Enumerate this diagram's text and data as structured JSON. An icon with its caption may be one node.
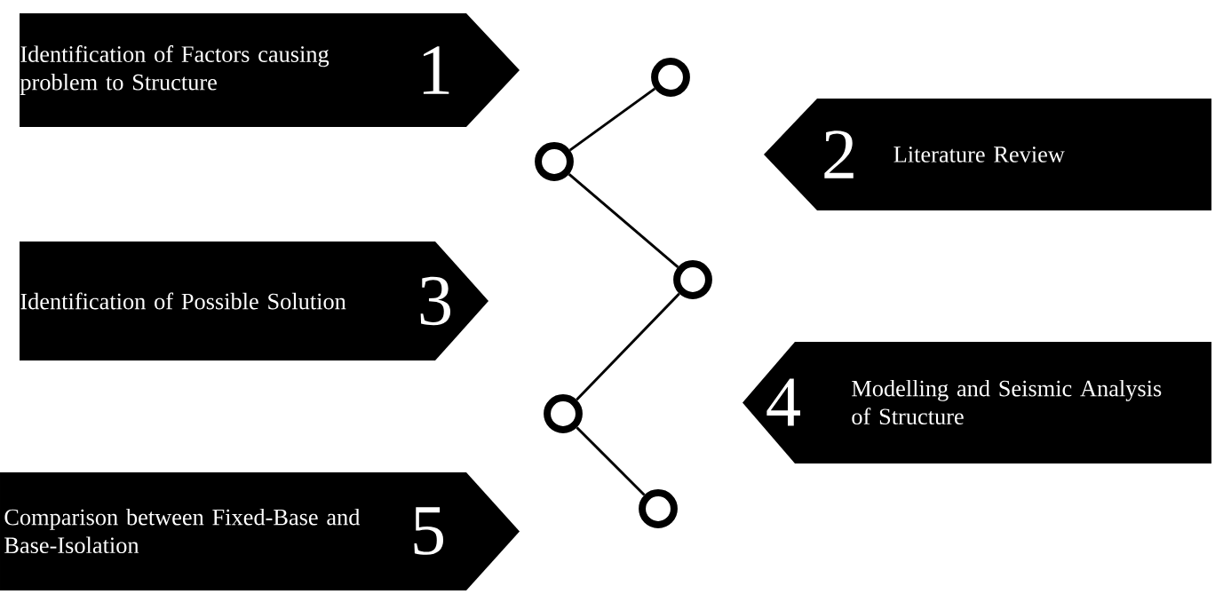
{
  "diagram": {
    "nodes": [
      {
        "text": [
          "Identification of Factors causing problem to Structure",
          "1"
        ]
      },
      {
        "text": [],
        "shape": "circle"
      },
      {
        "text": [
          "2",
          "Literature Review"
        ]
      },
      {
        "text": [],
        "shape": "circle"
      },
      {
        "text": [
          "Identification of Possible Solution",
          "3"
        ]
      },
      {
        "text": [],
        "shape": "circle"
      },
      {
        "text": [
          "4",
          "Modelling and Seismic Analysis of Structure"
        ]
      },
      {
        "text": [],
        "shape": "circle"
      },
      {
        "text": [
          "Comparison between Fixed-Base and Base-Isolation",
          "5"
        ]
      },
      {
        "text": [],
        "shape": "circle"
      }
    ],
    "edges": [
      {
        "from": 1,
        "to": 3,
        "arrow": "none"
      },
      {
        "from": 3,
        "to": 5,
        "arrow": "none"
      },
      {
        "from": 5,
        "to": 7,
        "arrow": "none"
      },
      {
        "from": 7,
        "to": 9,
        "arrow": "none"
      }
    ]
  }
}
